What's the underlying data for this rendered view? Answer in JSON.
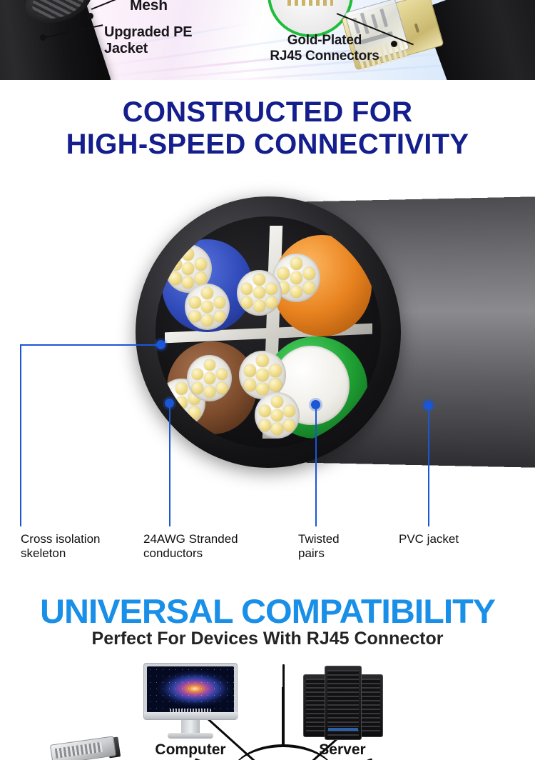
{
  "banner": {
    "labels": {
      "mesh": "Mesh",
      "pe_jacket": "Upgraded PE\nJacket",
      "rj45": "Gold-Plated\nRJ45 Connectors"
    },
    "accent_circle_color": "#1fbd3b",
    "connector_color": "#ded08c"
  },
  "headline": {
    "line1": "CONSTRUCTED FOR",
    "line2": "HIGH-SPEED CONNECTIVITY",
    "color": "#141E8C"
  },
  "cross_section": {
    "callouts": [
      {
        "label": "Cross isolation\nskeleton"
      },
      {
        "label": "24AWG Stranded\nconductors"
      },
      {
        "label": "Twisted\npairs"
      },
      {
        "label": "PVC jacket"
      }
    ],
    "leader_color": "#1a56d6",
    "pair_colors": [
      "#2f49b8",
      "#e8821f",
      "#7a4a2a",
      "#1e9e32"
    ],
    "conductor_color": "#f2e08f",
    "jacket_color": "#2d2d31"
  },
  "compatibility": {
    "title": "UNIVERSAL COMPATIBILITY",
    "title_color": "#1A8FE8",
    "subtitle": "Perfect For Devices With RJ45 Connector",
    "devices": [
      {
        "label": "Computer"
      },
      {
        "label": "Server"
      }
    ]
  }
}
